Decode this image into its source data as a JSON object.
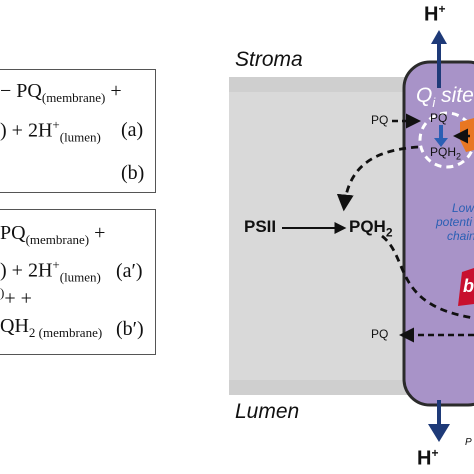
{
  "equations_top": {
    "line1": {
      "pre": "− PQ",
      "sub": "(membrane)",
      "post": " +"
    },
    "line2": {
      "pre": ") + 2H",
      "sup": "+",
      "sub": "(lumen)",
      "tag": "(a)"
    },
    "line3": {
      "tag": "(b)"
    }
  },
  "equations_bottom": {
    "line1": {
      "pre": "PQ",
      "sub": "(membrane)",
      "post": " +"
    },
    "line2": {
      "pre": ") + 2H",
      "sup": "+",
      "sub": "(lumen)",
      "tag": "(a′)"
    },
    "line3": {
      "pre": "+",
      "sup": ")",
      "post": " +"
    },
    "line4": {
      "pre": "QH",
      "sub1": "2",
      "sub2": " (membrane)",
      "tag": "(b′)"
    }
  },
  "diagram": {
    "stroma_label": "Stroma",
    "lumen_label": "Lumen",
    "h_top": {
      "base": "H",
      "sup": "+"
    },
    "h_bottom": {
      "base": "H",
      "sup": "+"
    },
    "psii": "PSII",
    "pqh2_main": {
      "base": "PQH",
      "sub": "2"
    },
    "pq_top": "PQ",
    "pq_bottom": "PQ",
    "qi_site": {
      "italic": "Q",
      "sub": "i",
      "rest": " site"
    },
    "site_pq": "PQ",
    "site_pqh2": {
      "base": "PQH",
      "sub": "2"
    },
    "low_potential": [
      "Low",
      "potenti",
      "chain"
    ],
    "b_label": "b",
    "bottom_small": "P"
  },
  "colors": {
    "membrane": "#d9d9d9",
    "complex": "#a893c8",
    "complex_border": "#2b2b2b",
    "h_arrow": "#1e3a78",
    "site_text": "#ffffff",
    "heme": "#c8102e",
    "orange": "#e87722",
    "blue_text": "#2b5fb4"
  }
}
